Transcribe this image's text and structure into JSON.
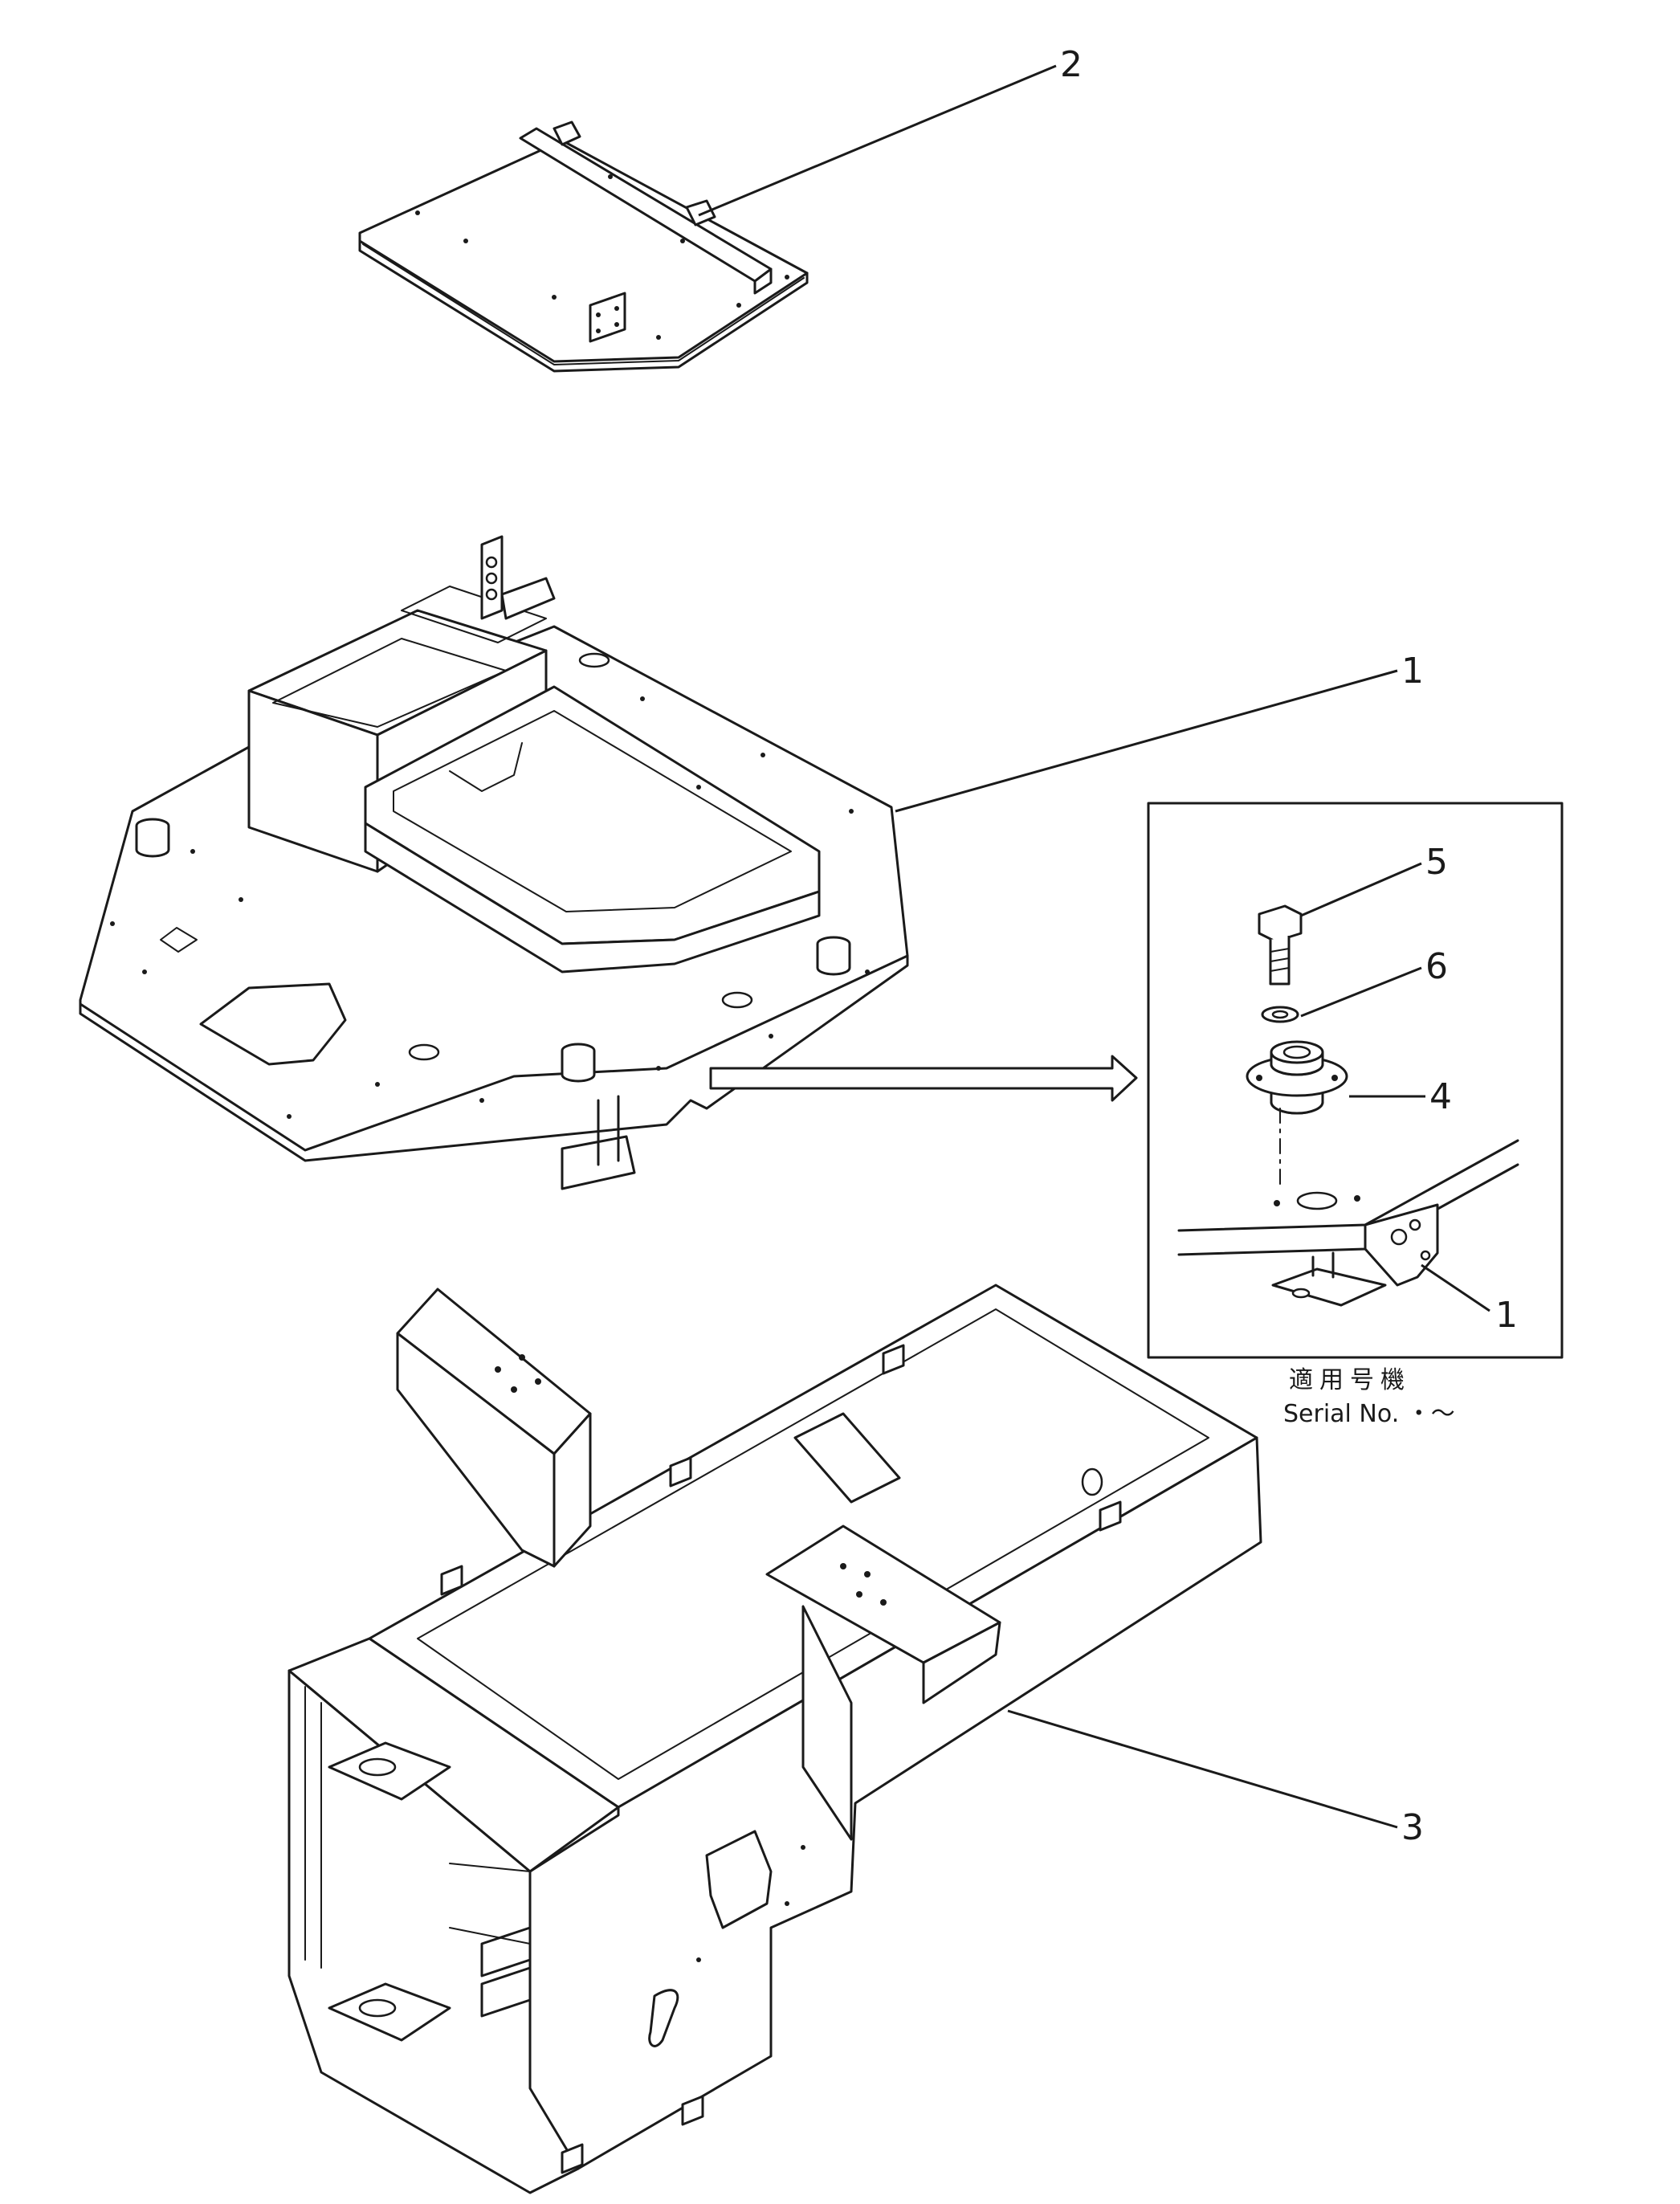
{
  "callouts": {
    "c1_floor_frame": "1",
    "c2_cover_plate": "2",
    "c3_main_frame": "3",
    "c4_mount": "4",
    "c5_bolt": "5",
    "c6_washer": "6",
    "c1_detail": "1"
  },
  "detail": {
    "serial_label_jp": "適用号機",
    "serial_label_en": "Serial No. ・～"
  },
  "colors": {
    "line": "#1a1a1a",
    "background": "#ffffff"
  }
}
